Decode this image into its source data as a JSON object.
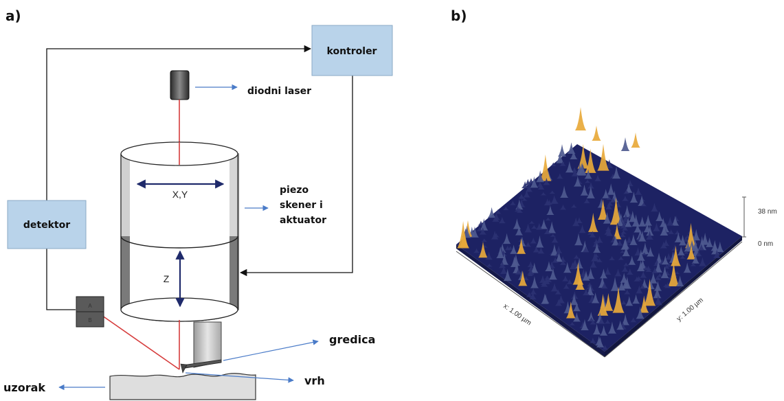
{
  "panels": {
    "a": {
      "label": "a)"
    },
    "b": {
      "label": "b)"
    }
  },
  "schematic": {
    "controller": "kontroler",
    "detector": "detektor",
    "laser": "diodni laser",
    "scanner_line1": "piezo",
    "scanner_line2": "skener i",
    "scanner_line3": "aktuator",
    "xy_axis": "X,Y",
    "z_axis": "Z",
    "cantilever": "gredica",
    "tip": "vrh",
    "sample": "uzorak",
    "photodiode_a": "A",
    "photodiode_b": "B"
  },
  "surface_plot": {
    "x_axis": "x: 1.00 µm",
    "y_axis": "y: 1.00 µm",
    "z_max": "38 nm",
    "z_min": "0 nm"
  },
  "colors": {
    "box_fill": "#b9d3ea",
    "box_stroke": "#8aa9c6",
    "laser_beam": "#d63c3c",
    "arrow_blue": "#4a7bc8",
    "surface_low": "#1b1f5e",
    "surface_high": "#e8a93a"
  }
}
